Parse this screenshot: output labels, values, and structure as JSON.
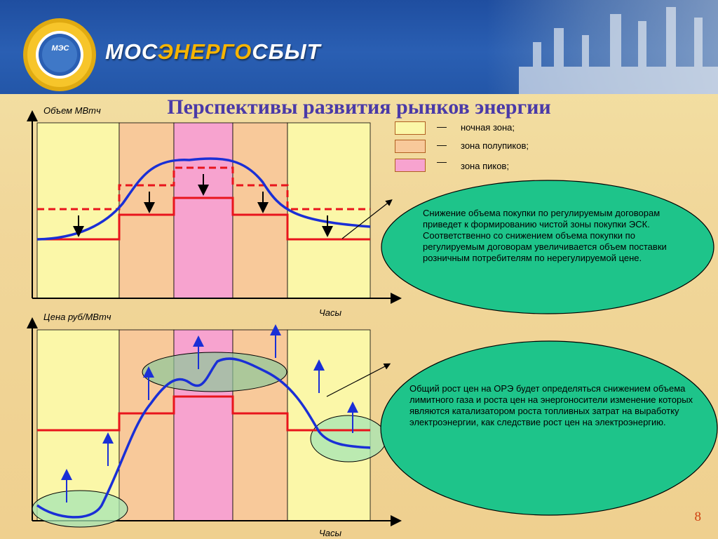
{
  "header": {
    "logo_text": "МЭС",
    "brand_part1": "МОС",
    "brand_part2": "ЭНЕРГО",
    "brand_part3": "СБЫТ"
  },
  "title": "Перспективы развития рынков энергии",
  "top_chart": {
    "y_label": "Объем МВтч",
    "x_label": "Часы"
  },
  "bottom_chart": {
    "y_label": "Цена руб/МВтч",
    "x_label": "Часы"
  },
  "legend": [
    {
      "dash": "—",
      "text": "ночная зона;",
      "color": "#fbf7a8"
    },
    {
      "dash": "—",
      "text": "зона полупиков;",
      "color": "#f8c99a"
    },
    {
      "dash": "—",
      "text": "зона пиков;",
      "color": "#f7a3cf"
    }
  ],
  "note_top": "Снижение объема покупки по регулируемым договорам приведет к формированию чистой зоны покупки ЭСК. Соответственно со снижением объема покупки по регулируемым договорам увеличивается объем поставки розничным потребителям по нерегулируемой цене.",
  "note_bottom": "Общий рост цен на ОРЭ будет определяться снижением объема лимитного газа и роста цен на энергоносители изменение которых являются катализатором роста топливных затрат на выработку электроэнергии, как следствие рост цен на электроэнергию.",
  "page_number": "8",
  "colors": {
    "night": "#fbf7a8",
    "half_peak": "#f8c99a",
    "peak": "#f7a3cf",
    "ellipse": "#1ec48a",
    "curve": "#1a2fd6",
    "step": "#e8141c"
  }
}
